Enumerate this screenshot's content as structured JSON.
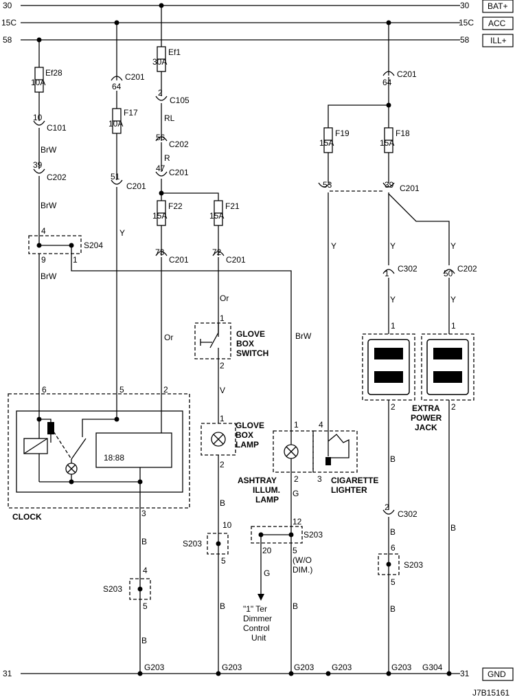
{
  "rails": {
    "bat_num": "30",
    "bat_label": "BAT+",
    "acc_num": "15C",
    "acc_label": "ACC",
    "ill_num": "58",
    "ill_label": "ILL+",
    "gnd_num": "31",
    "gnd_label": "GND"
  },
  "fuses": {
    "ef28": {
      "name": "Ef28",
      "amp": "10A"
    },
    "f17": {
      "name": "F17",
      "amp": "10A"
    },
    "ef1": {
      "name": "Ef1",
      "amp": "30A"
    },
    "f22": {
      "name": "F22",
      "amp": "15A"
    },
    "f21": {
      "name": "F21",
      "amp": "15A"
    },
    "f19": {
      "name": "F19",
      "amp": "15A"
    },
    "f18": {
      "name": "F18",
      "amp": "15A"
    }
  },
  "connectors": {
    "c201": "C201",
    "c202": "C202",
    "c101": "C101",
    "c105": "C105",
    "c302": "C302",
    "s204": "S204",
    "s203": "S203"
  },
  "pins": {
    "p10": "10",
    "p39": "39",
    "p64": "64",
    "p51": "51",
    "p2": "2",
    "p56": "56",
    "p47": "47",
    "p73": "73",
    "p72": "72",
    "p53": "53",
    "p4": "4",
    "p9": "9",
    "p1": "1",
    "p6": "6",
    "p5": "5",
    "p3": "3",
    "p50": "50",
    "p12": "12",
    "p20": "20"
  },
  "wires": {
    "brw": "BrW",
    "y": "Y",
    "rl": "RL",
    "r": "R",
    "or": "Or",
    "v": "V",
    "b": "B",
    "g": "G"
  },
  "components": {
    "clock_display": "18:88",
    "clock": "CLOCK",
    "glove_box_switch": [
      "GLOVE",
      "BOX",
      "SWITCH"
    ],
    "glove_box_lamp": [
      "GLOVE",
      "BOX",
      "LAMP"
    ],
    "ashtray": [
      "ASHTRAY",
      "ILLUM.",
      "LAMP"
    ],
    "cigarette": [
      "CIGARETTE",
      "LIGHTER"
    ],
    "power_jack": [
      "EXTRA",
      "POWER",
      "JACK"
    ]
  },
  "notes": {
    "wo_dim": [
      "(W/O",
      "DIM.)"
    ],
    "dimmer": [
      "\"1\" Ter",
      "Dimmer",
      "Control",
      "Unit"
    ]
  },
  "grounds": {
    "g203": "G203",
    "g304": "G304"
  },
  "figure_id": "J7B15161"
}
